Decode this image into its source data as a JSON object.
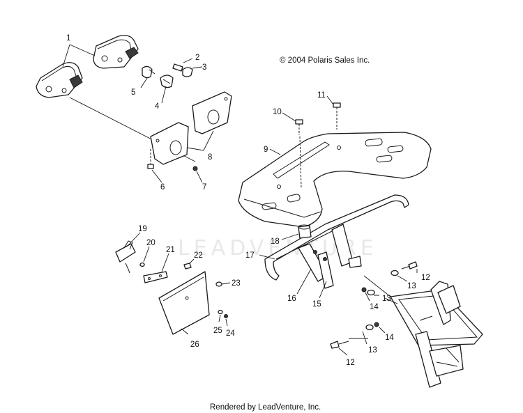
{
  "copyright": "© 2004 Polaris Sales Inc.",
  "footer": "Rendered by LeadVenture, Inc.",
  "watermark": "LEADVENTURE",
  "callouts": {
    "c1": "1",
    "c2": "2",
    "c3": "3",
    "c4": "4",
    "c5": "5",
    "c6": "6",
    "c7": "7",
    "c8": "8",
    "c9": "9",
    "c10": "10",
    "c11": "11",
    "c12a": "12",
    "c12b": "12",
    "c13a": "13",
    "c13b": "13",
    "c13c": "13",
    "c14a": "14",
    "c14b": "14",
    "c15": "15",
    "c16": "16",
    "c17": "17",
    "c18": "18",
    "c19": "19",
    "c20": "20",
    "c21": "21",
    "c22": "22",
    "c23": "23",
    "c24": "24",
    "c25": "25",
    "c26": "26"
  }
}
